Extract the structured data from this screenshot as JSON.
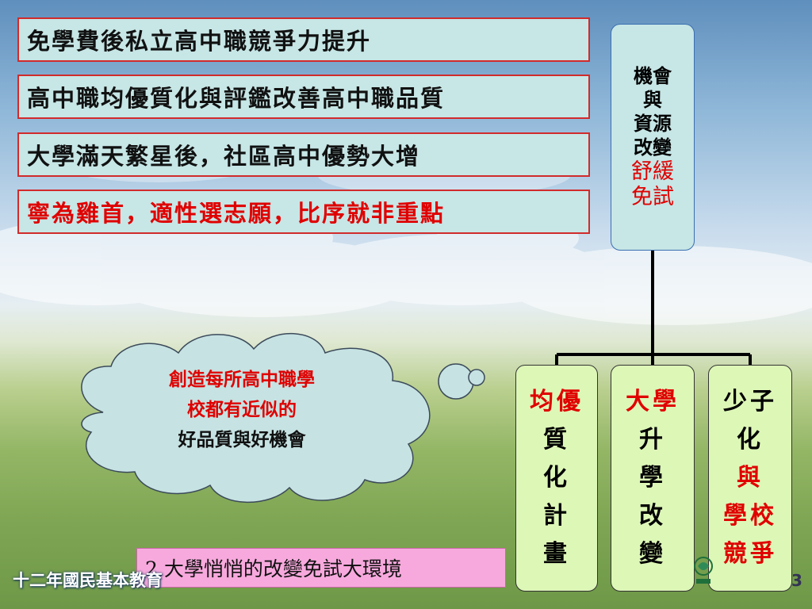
{
  "bars": [
    {
      "text": "免學費後私立高中職競爭力提升"
    },
    {
      "text": "高中職均優質化與評鑑改善高中職品質"
    },
    {
      "text": "大學滿天繁星後，社區高中優勢大增"
    },
    {
      "text": "寧為雞首，適性選志願，比序就非重點"
    }
  ],
  "top_box": {
    "line1": "機會",
    "line2": "與",
    "line3": "資源",
    "line4": "改變",
    "line5": "舒緩",
    "line6": "免試"
  },
  "boxes": {
    "b1": {
      "l1": "均優",
      "l2": "質",
      "l3": "化",
      "l4": "計",
      "l5": "畫"
    },
    "b2": {
      "l1": "大學",
      "l2": "升",
      "l3": "學",
      "l4": "改",
      "l5": "變"
    },
    "b3": {
      "l1": "少子",
      "l2": "化",
      "l3": "與",
      "l4": "學校",
      "l5": "競爭"
    }
  },
  "thought_cloud": {
    "line1": "創造每所高中職學",
    "line2": "校都有近似的",
    "line3": "好品質與好機會"
  },
  "subtitle": "2.大學悄悄的改變免試大環境",
  "footer": "十二年國民基本教育",
  "page_number": "3",
  "colors": {
    "bar_fill": "#c7e6e6",
    "bar_border": "#d12b2b",
    "green_box": "#ddf7b7",
    "emphasis_red": "#e00000",
    "subtitle_fill": "#f7a9dd"
  }
}
